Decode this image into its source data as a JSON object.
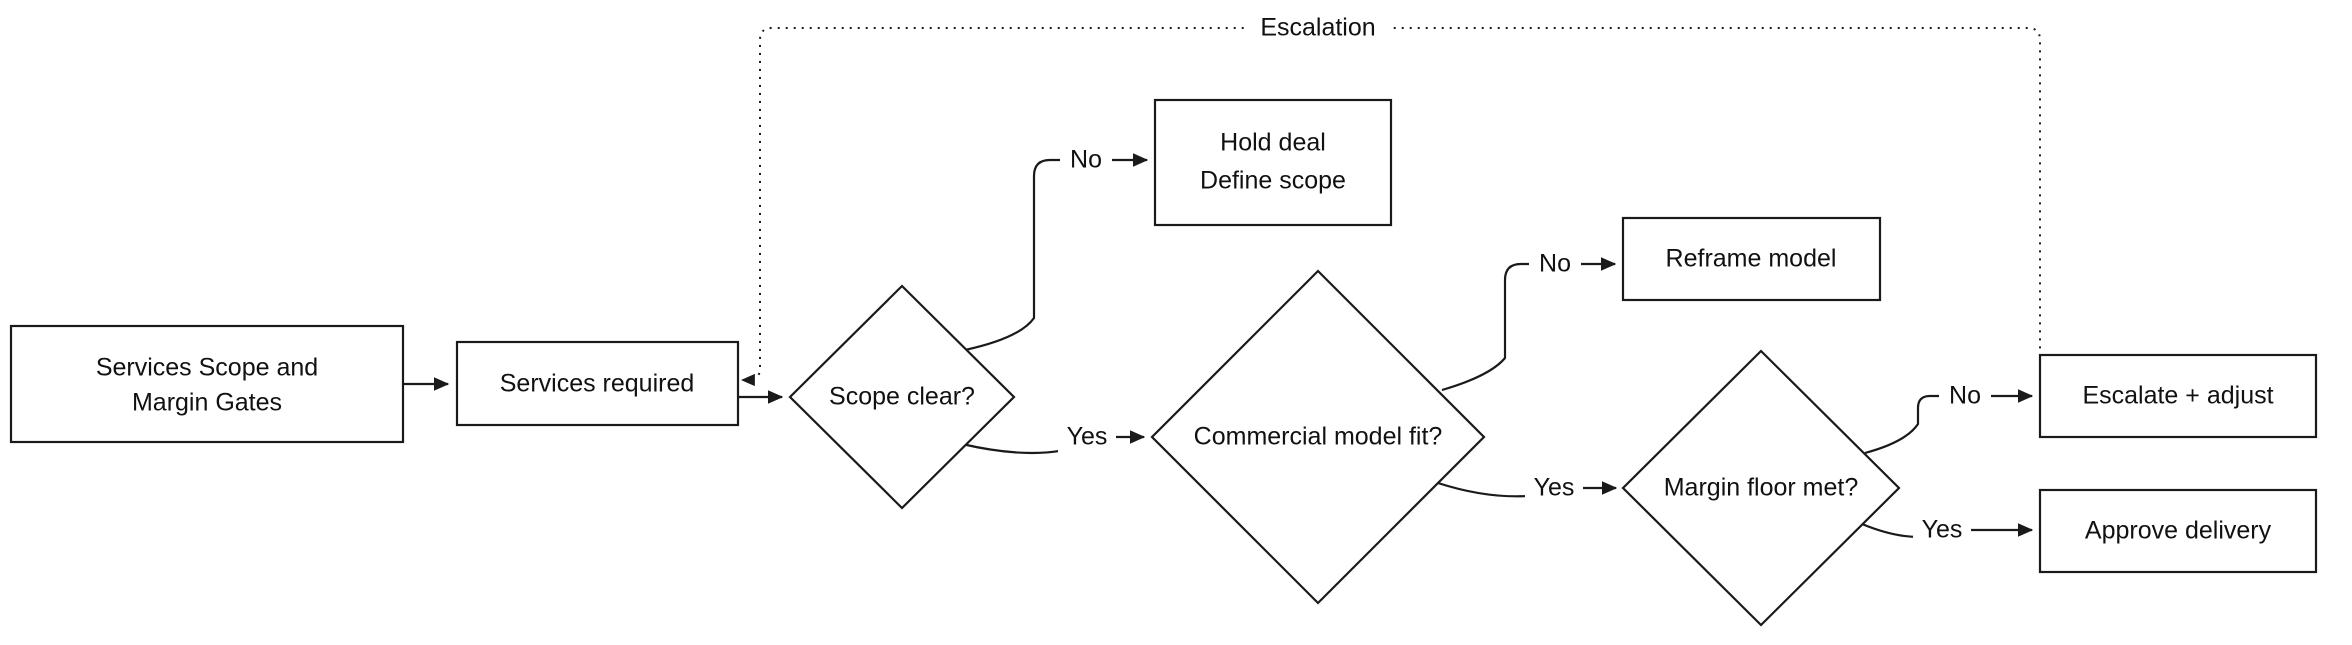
{
  "diagram": {
    "title": "Services Scope and Margin Gates",
    "type": "flowchart",
    "background_color": "#ffffff",
    "line_color": "#1a1a1a",
    "text_color": "#111111",
    "nodes": [
      {
        "id": "start",
        "shape": "rectangle",
        "label_line1": "Services Scope and",
        "label_line2": "Margin Gates"
      },
      {
        "id": "services_req",
        "shape": "rectangle",
        "label_line1": "Services required",
        "label_line2": ""
      },
      {
        "id": "scope_clear",
        "shape": "diamond",
        "label_line1": "Scope clear?",
        "label_line2": ""
      },
      {
        "id": "hold_deal",
        "shape": "rectangle",
        "label_line1": "Hold deal",
        "label_line2": "Define scope"
      },
      {
        "id": "model_fit",
        "shape": "diamond",
        "label_line1": "Commercial model fit?",
        "label_line2": ""
      },
      {
        "id": "reframe",
        "shape": "rectangle",
        "label_line1": "Reframe model",
        "label_line2": ""
      },
      {
        "id": "margin_floor",
        "shape": "diamond",
        "label_line1": "Margin floor met?",
        "label_line2": ""
      },
      {
        "id": "escalate",
        "shape": "rectangle",
        "label_line1": "Escalate + adjust",
        "label_line2": ""
      },
      {
        "id": "approve",
        "shape": "rectangle",
        "label_line1": "Approve delivery",
        "label_line2": ""
      }
    ],
    "edges": [
      {
        "id": "e-start-services",
        "from": "start",
        "to": "services_req",
        "label": "",
        "style": "solid"
      },
      {
        "id": "e-services-scope",
        "from": "services_req",
        "to": "scope_clear",
        "label": "",
        "style": "solid"
      },
      {
        "id": "e-scope-no",
        "from": "scope_clear",
        "to": "hold_deal",
        "label": "No",
        "style": "solid"
      },
      {
        "id": "e-scope-yes",
        "from": "scope_clear",
        "to": "model_fit",
        "label": "Yes",
        "style": "solid"
      },
      {
        "id": "e-model-no",
        "from": "model_fit",
        "to": "reframe",
        "label": "No",
        "style": "solid"
      },
      {
        "id": "e-model-yes",
        "from": "model_fit",
        "to": "margin_floor",
        "label": "Yes",
        "style": "solid"
      },
      {
        "id": "e-margin-no",
        "from": "margin_floor",
        "to": "escalate",
        "label": "No",
        "style": "solid"
      },
      {
        "id": "e-margin-yes",
        "from": "margin_floor",
        "to": "approve",
        "label": "Yes",
        "style": "solid"
      },
      {
        "id": "e-escalation-return",
        "from": "escalate",
        "to": "services_req",
        "label": "Escalation",
        "style": "dotted"
      }
    ]
  }
}
